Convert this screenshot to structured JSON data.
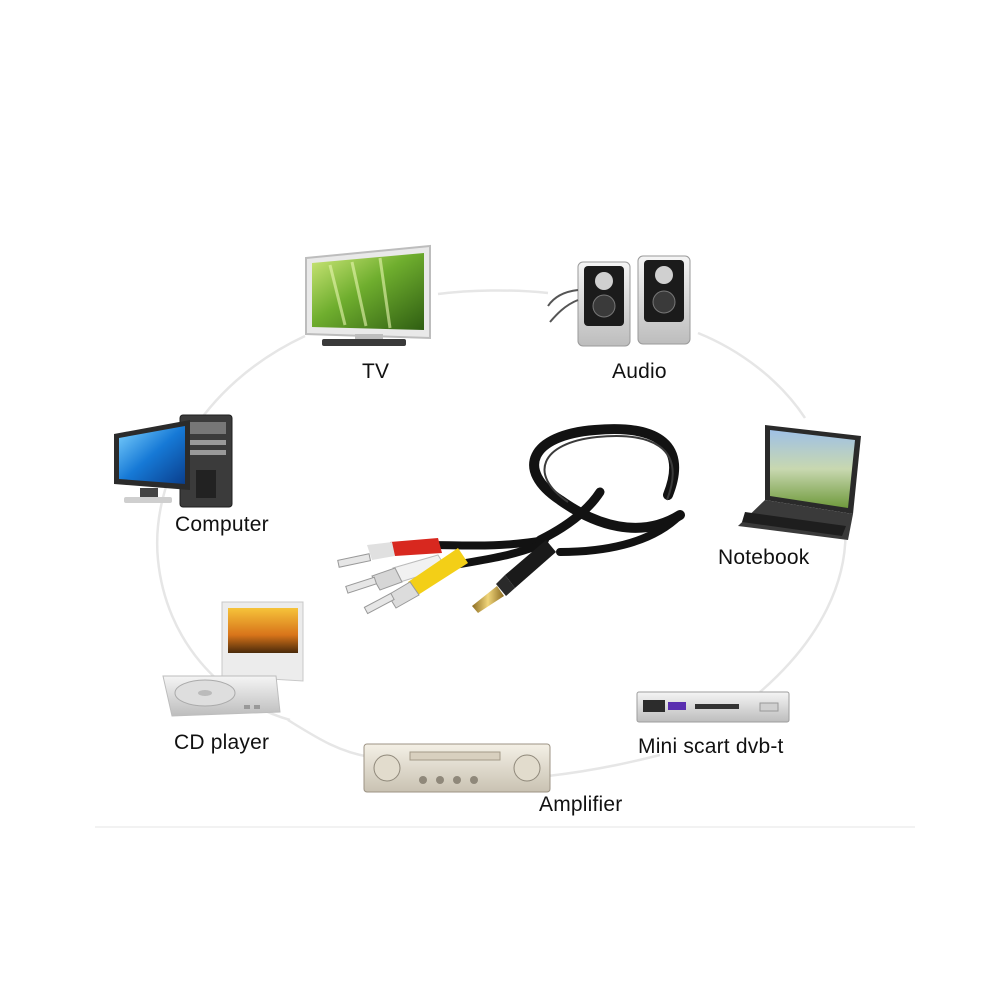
{
  "devices": {
    "tv": "TV",
    "audio": "Audio",
    "computer": "Computer",
    "notebook": "Notebook",
    "cd_player": "CD player",
    "mini_scart": "Mini scart dvb-t",
    "amplifier": "Amplifier"
  },
  "colors": {
    "ring": "#e6e6e6",
    "cable": "#121212",
    "rca_red": "#d8281f",
    "rca_white": "#f1f1f1",
    "rca_yellow": "#f3cf17",
    "jack_gold": "#c9a64a"
  }
}
